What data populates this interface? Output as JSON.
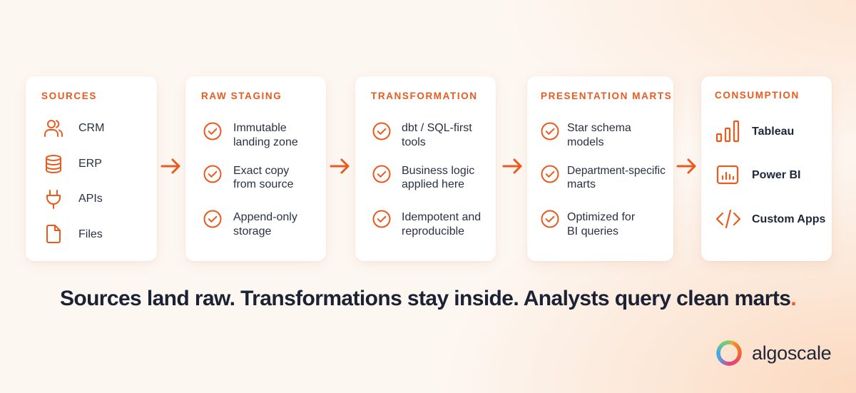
{
  "colors": {
    "accent": "#ea5a1e",
    "text_dark": "#1a2233",
    "card_bg": "#ffffff"
  },
  "stages": [
    {
      "title": "SOURCES",
      "items": [
        {
          "icon": "users-icon",
          "label": "CRM"
        },
        {
          "icon": "database-icon",
          "label": "ERP"
        },
        {
          "icon": "plug-icon",
          "label": "APIs"
        },
        {
          "icon": "file-icon",
          "label": "Files"
        }
      ]
    },
    {
      "title": "RAW STAGING",
      "items": [
        {
          "icon": "check-circle-icon",
          "line1": "Immutable",
          "line2": "landing zone"
        },
        {
          "icon": "check-circle-icon",
          "line1": "Exact copy",
          "line2": "from source"
        },
        {
          "icon": "check-circle-icon",
          "line1": "Append-only",
          "line2": "storage"
        }
      ]
    },
    {
      "title": "TRANSFORMATION",
      "items": [
        {
          "icon": "check-circle-icon",
          "line1": "dbt / SQL-first",
          "line2": "tools"
        },
        {
          "icon": "check-circle-icon",
          "line1": "Business logic",
          "line2": "applied here"
        },
        {
          "icon": "check-circle-icon",
          "line1": "Idempotent and",
          "line2": "reproducible"
        }
      ]
    },
    {
      "title": "PRESENTATION MARTS",
      "items": [
        {
          "icon": "check-circle-icon",
          "line1": "Star schema",
          "line2": "models"
        },
        {
          "icon": "check-circle-icon",
          "line1": "Department-specific",
          "line2": "marts"
        },
        {
          "icon": "check-circle-icon",
          "line1": "Optimized for",
          "line2": "BI queries"
        }
      ]
    },
    {
      "title": "CONSUMPTION",
      "items": [
        {
          "icon": "bar-chart-icon",
          "label": "Tableau"
        },
        {
          "icon": "dashboard-icon",
          "label": "Power BI"
        },
        {
          "icon": "code-icon",
          "label": "Custom Apps"
        }
      ]
    }
  ],
  "tagline": {
    "text": "Sources land raw. Transformations stay inside. Analysts query clean marts",
    "period": "."
  },
  "brand": {
    "name": "algoscale",
    "icon": "algoscale-logo-icon"
  }
}
